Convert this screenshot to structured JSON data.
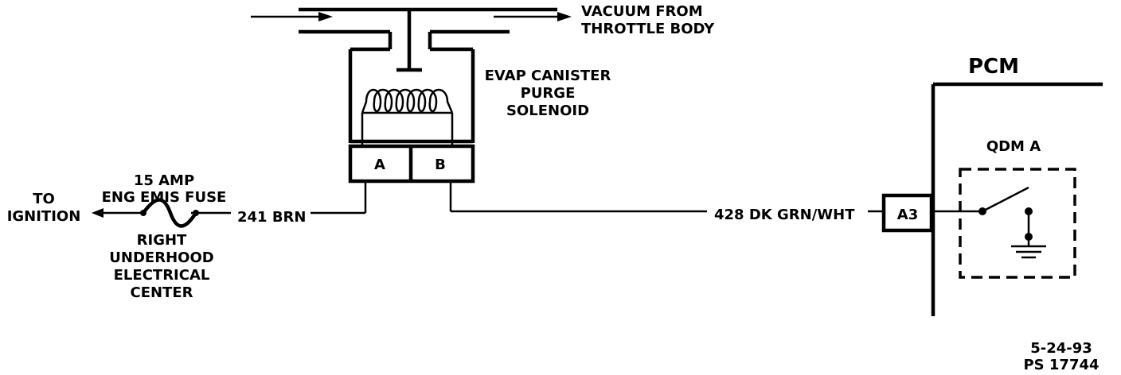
{
  "vacuum_label": [
    "VACUUM FROM",
    "THROTTLE BODY"
  ],
  "solenoid_label": [
    "EVAP CANISTER",
    "PURGE",
    "SOLENOID"
  ],
  "terminal_a": "A",
  "terminal_b": "B",
  "pcm_label": "PCM",
  "qdm_label": "QDM  A",
  "pcm_terminal": "A3",
  "fuse_label": [
    "15 AMP",
    "ENG EMIS FUSE"
  ],
  "to_ignition": [
    "TO",
    "IGNITION"
  ],
  "fuse_location": [
    "RIGHT",
    "UNDERHOOD",
    "ELECTRICAL",
    "CENTER"
  ],
  "wire_a": "241 BRN",
  "wire_b": "428 DK GRN/WHT",
  "footer": [
    "5-24-93",
    "PS 17744"
  ]
}
